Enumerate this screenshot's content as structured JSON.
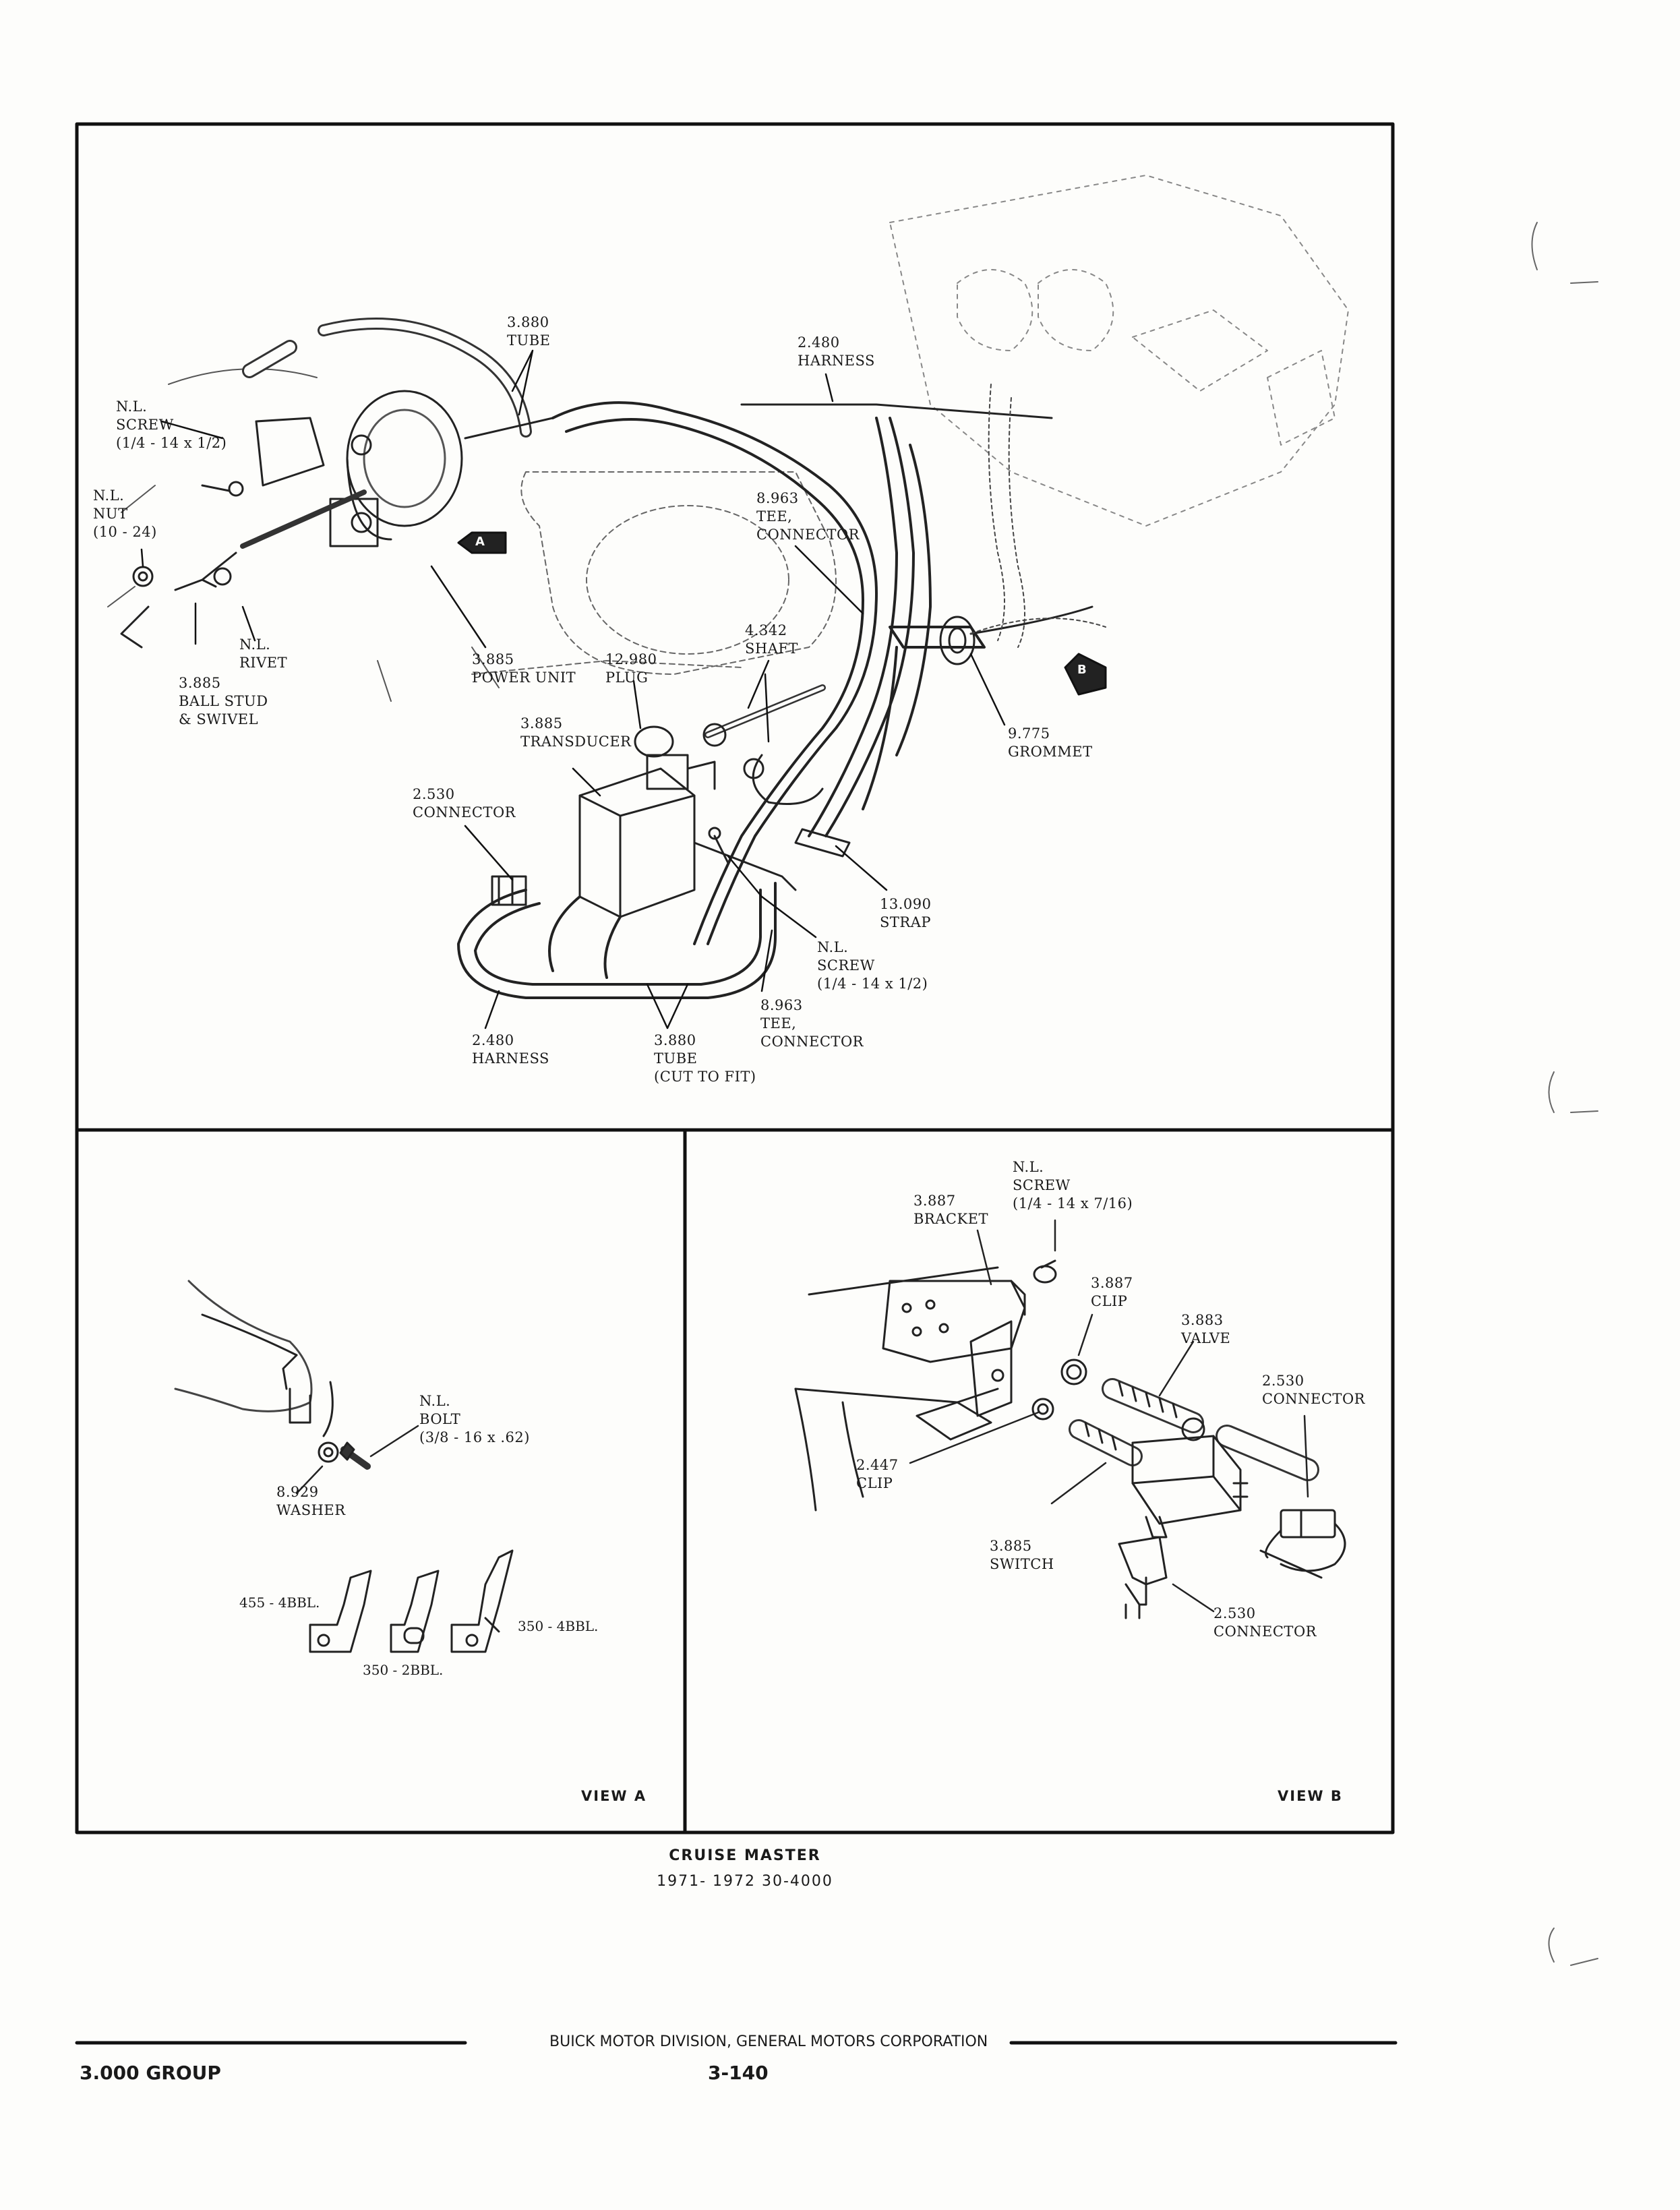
{
  "main_view": {
    "labels": [
      {
        "id": "tube-top",
        "lines": [
          "3.880",
          "TUBE"
        ]
      },
      {
        "id": "harness-top",
        "lines": [
          "2.480",
          "HARNESS"
        ]
      },
      {
        "id": "screw-left",
        "lines": [
          "N.L.",
          "SCREW",
          "(1/4 - 14 x 1/2)"
        ]
      },
      {
        "id": "nut",
        "lines": [
          "N.L.",
          "NUT",
          "(10 - 24)"
        ]
      },
      {
        "id": "tee-top",
        "lines": [
          "8.963",
          "TEE,",
          "CONNECTOR"
        ]
      },
      {
        "id": "rivet",
        "lines": [
          "N.L.",
          "RIVET"
        ]
      },
      {
        "id": "ball-stud",
        "lines": [
          "3.885",
          "BALL STUD",
          "& SWIVEL"
        ]
      },
      {
        "id": "power-unit",
        "lines": [
          "3.885",
          "POWER UNIT"
        ]
      },
      {
        "id": "plug",
        "lines": [
          "12.980",
          "PLUG"
        ]
      },
      {
        "id": "shaft",
        "lines": [
          "4.342",
          "SHAFT"
        ]
      },
      {
        "id": "grommet",
        "lines": [
          "9.775",
          "GROMMET"
        ]
      },
      {
        "id": "transducer",
        "lines": [
          "3.885",
          "TRANSDUCER"
        ]
      },
      {
        "id": "connector-main",
        "lines": [
          "2.530",
          "CONNECTOR"
        ]
      },
      {
        "id": "strap",
        "lines": [
          "13.090",
          "STRAP"
        ]
      },
      {
        "id": "screw-mid",
        "lines": [
          "N.L.",
          "SCREW",
          "(1/4 - 14 x 1/2)"
        ]
      },
      {
        "id": "tee-bottom",
        "lines": [
          "8.963",
          "TEE,",
          "CONNECTOR"
        ]
      },
      {
        "id": "harness-bottom",
        "lines": [
          "2.480",
          "HARNESS"
        ]
      },
      {
        "id": "tube-bottom",
        "lines": [
          "3.880",
          "TUBE",
          "(CUT TO FIT)"
        ]
      }
    ],
    "markers": [
      "A",
      "B"
    ]
  },
  "view_a": {
    "title": "VIEW A",
    "labels": [
      {
        "id": "bolt",
        "lines": [
          "N.L.",
          "BOLT",
          "(3/8 - 16 x .62)"
        ]
      },
      {
        "id": "washer",
        "lines": [
          "8.929",
          "WASHER"
        ]
      }
    ],
    "carburetor_options": [
      "455 - 4BBL.",
      "350 - 2BBL.",
      "350 - 4BBL."
    ]
  },
  "view_b": {
    "title": "VIEW B",
    "labels": [
      {
        "id": "screw-b",
        "lines": [
          "N.L.",
          "SCREW",
          "(1/4 - 14 x 7/16)"
        ]
      },
      {
        "id": "bracket",
        "lines": [
          "3.887",
          "BRACKET"
        ]
      },
      {
        "id": "clip-887",
        "lines": [
          "3.887",
          "CLIP"
        ]
      },
      {
        "id": "valve",
        "lines": [
          "3.883",
          "VALVE"
        ]
      },
      {
        "id": "connector-b1",
        "lines": [
          "2.530",
          "CONNECTOR"
        ]
      },
      {
        "id": "clip-447",
        "lines": [
          "2.447",
          "CLIP"
        ]
      },
      {
        "id": "switch",
        "lines": [
          "3.885",
          "SWITCH"
        ]
      },
      {
        "id": "connector-b2",
        "lines": [
          "2.530",
          "CONNECTOR"
        ]
      }
    ]
  },
  "caption": {
    "title": "CRUISE MASTER",
    "subtitle": "1971- 1972 30-4000"
  },
  "footer": {
    "publisher": "BUICK MOTOR DIVISION, GENERAL MOTORS CORPORATION",
    "group": "3.000 GROUP",
    "page": "3-140"
  }
}
